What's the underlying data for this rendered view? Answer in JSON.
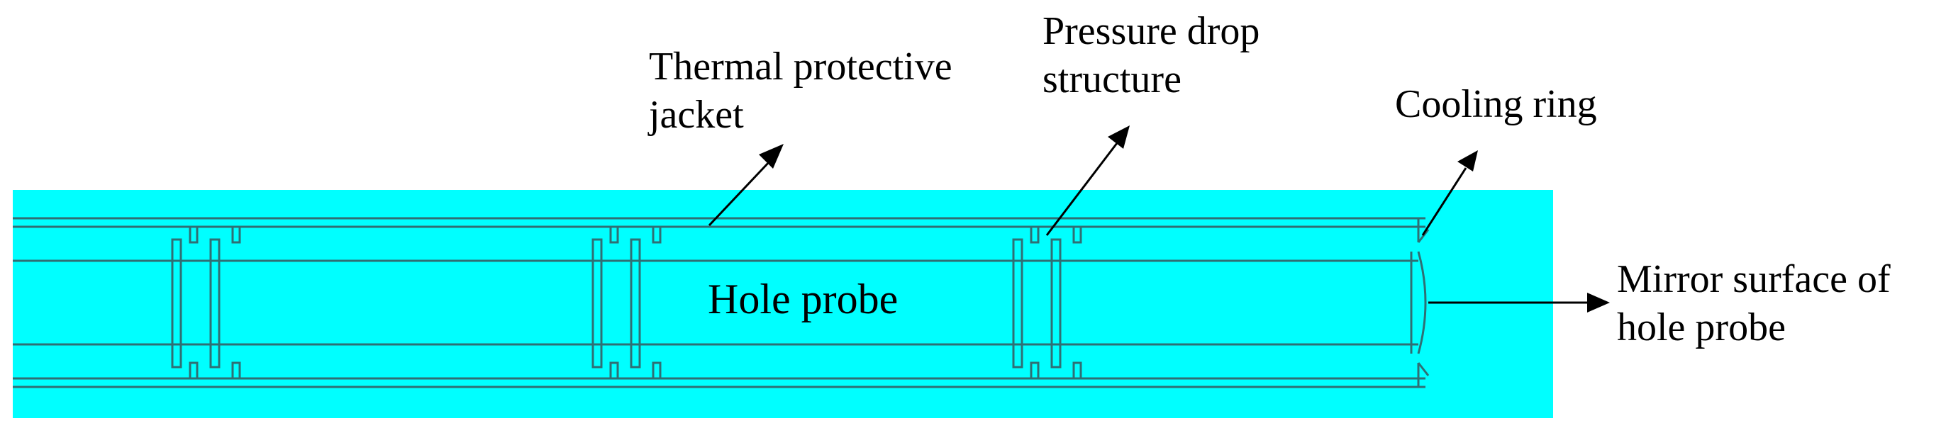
{
  "labels": {
    "thermal_jacket_line1": "Thermal protective",
    "thermal_jacket_line2": "jacket",
    "pressure_drop_line1": "Pressure drop",
    "pressure_drop_line2": "structure",
    "cooling_ring": "Cooling ring",
    "hole_probe": "Hole probe",
    "mirror_line1": "Mirror surface of",
    "mirror_line2": "hole probe"
  },
  "colors": {
    "medium": "#00ffff",
    "structure_lines": "#2f6f74",
    "text": "#000000"
  }
}
